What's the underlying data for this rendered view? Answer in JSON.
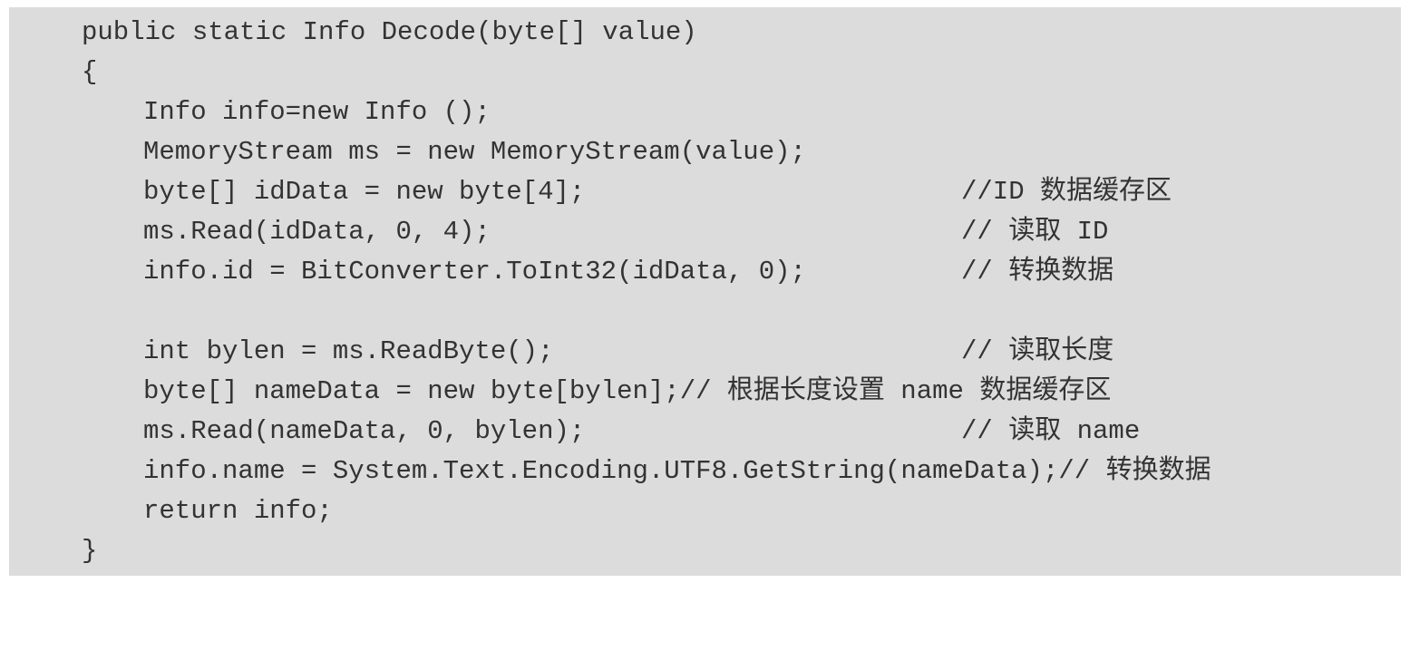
{
  "code": {
    "lines": [
      {
        "code": "public static Info Decode(byte[] value)",
        "comment": ""
      },
      {
        "code": "{",
        "comment": ""
      },
      {
        "code": "Info info=new Info ();",
        "comment": ""
      },
      {
        "code": "MemoryStream ms = new MemoryStream(value);",
        "comment": ""
      },
      {
        "code": "byte[] idData = new byte[4];",
        "comment": "//ID 数据缓存区"
      },
      {
        "code": "ms.Read(idData, 0, 4);",
        "comment": "// 读取 ID"
      },
      {
        "code": "info.id = BitConverter.ToInt32(idData, 0);",
        "comment": "// 转换数据"
      },
      {
        "code": "",
        "comment": ""
      },
      {
        "code": "int bylen = ms.ReadByte();",
        "comment": "// 读取长度"
      },
      {
        "code": "byte[] nameData = new byte[bylen];// 根据长度设置 name 数据缓存区",
        "comment": ""
      },
      {
        "code": "ms.Read(nameData, 0, bylen);",
        "comment": "// 读取 name"
      },
      {
        "code": "info.name = System.Text.Encoding.UTF8.GetString(nameData);// 转换数据",
        "comment": ""
      },
      {
        "code": "return info;",
        "comment": ""
      },
      {
        "code": "}",
        "comment": ""
      }
    ]
  }
}
